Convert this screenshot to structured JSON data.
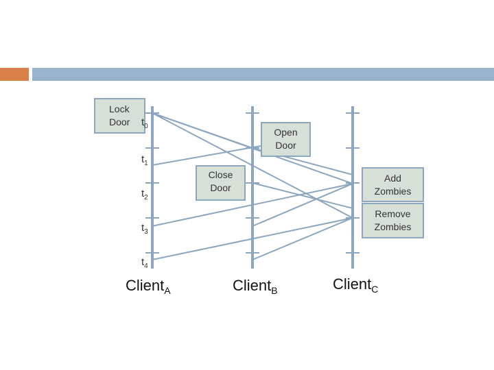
{
  "header": {
    "accent_color": "#d9804a",
    "bar_color": "#9ab3cc"
  },
  "clients": [
    {
      "name": "Client",
      "sub": "A"
    },
    {
      "name": "Client",
      "sub": "B"
    },
    {
      "name": "Client",
      "sub": "C"
    }
  ],
  "times": [
    {
      "label": "t",
      "sub": "0"
    },
    {
      "label": "t",
      "sub": "1"
    },
    {
      "label": "t",
      "sub": "2"
    },
    {
      "label": "t",
      "sub": "3"
    },
    {
      "label": "t",
      "sub": "4"
    }
  ],
  "events": {
    "lock_door": [
      "Lock",
      "Door"
    ],
    "open_door": [
      "Open",
      "Door"
    ],
    "close_door": [
      "Close",
      "Door"
    ],
    "add_zombies": [
      "Add",
      "Zombies"
    ],
    "remove_zombies": [
      "Remove",
      "Zombies"
    ]
  },
  "colors": {
    "timeline": "#8ba6be",
    "box_fill": "#d6e0d6",
    "box_border": "#8ba6be"
  }
}
